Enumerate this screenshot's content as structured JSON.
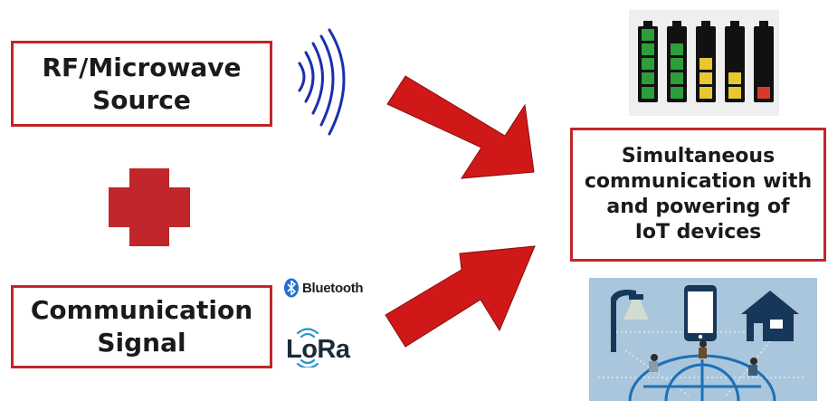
{
  "source_box": {
    "line1": "RF/Microwave",
    "line2": "Source"
  },
  "signal_box": {
    "line1": "Communication",
    "line2": "Signal"
  },
  "result_box": {
    "line1": "Simultaneous",
    "line2": "communication with",
    "line3": "and powering of",
    "line4": "IoT devices"
  },
  "logos": {
    "bluetooth": "Bluetooth",
    "lora": "LoRa"
  },
  "icons": {
    "source": "radio-waves-icon",
    "plus": "plus-icon",
    "batteries": "battery-levels-icon",
    "iot": "iot-network-icon"
  },
  "colors": {
    "accent_red": "#c0262a",
    "wave_blue": "#1a2fb0",
    "battery_green": "#2e9e3a",
    "battery_yellow": "#e7c832",
    "battery_red": "#d83a2a"
  },
  "battery_levels": [
    1.0,
    0.8,
    0.6,
    0.4,
    0.2
  ]
}
